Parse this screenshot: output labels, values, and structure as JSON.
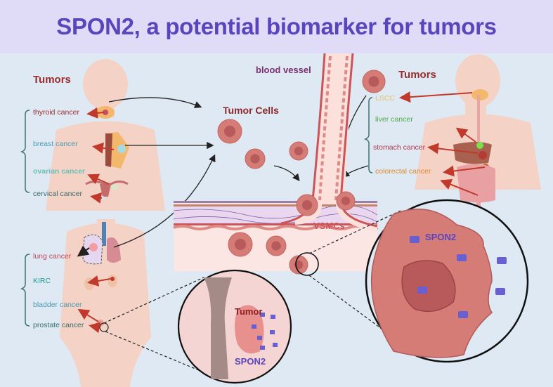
{
  "header": {
    "title": "SPON2, a potential biomarker for tumors"
  },
  "left_upper": {
    "heading": "Tumors",
    "items": [
      {
        "label": "thyroid cancer",
        "color": "#9b2d2d"
      },
      {
        "label": "breast cancer",
        "color": "#4b9bb0"
      },
      {
        "label": "ovarian cancer",
        "color": "#6cc1b7"
      },
      {
        "label": "cervical cancer",
        "color": "#3a6e6e"
      }
    ]
  },
  "left_lower": {
    "items": [
      {
        "label": "lung cancer",
        "color": "#c2485a"
      },
      {
        "label": "KIRC",
        "color": "#1f9a8e"
      },
      {
        "label": "bladder cancer",
        "color": "#4b9bb0"
      },
      {
        "label": "prostate cancer",
        "color": "#3a6e6e"
      }
    ]
  },
  "right": {
    "heading": "Tumors",
    "items": [
      {
        "label": "LSCC",
        "color": "#e6c16b"
      },
      {
        "label": "liver cancer",
        "color": "#4fa847"
      },
      {
        "label": "stomach cancer",
        "color": "#b03a4a"
      },
      {
        "label": "colorectal cancer",
        "color": "#e08a2c"
      }
    ]
  },
  "center": {
    "blood_vessel_label": "blood vessel",
    "tumor_cells_label": "Tumor Cells",
    "vsmcs_label": "VSMCs"
  },
  "zoom_prostate": {
    "tumor_label": "Tumor",
    "spon2_label": "SPON2"
  },
  "zoom_cell": {
    "spon2_label": "SPON2"
  },
  "colors": {
    "title": "#5a45bd",
    "heading": "#9b2d2d",
    "background": "#dfe9f3",
    "header_bg": "#e0dcf8",
    "cell": "#d67c77",
    "spon2": "#6a5fd0"
  }
}
